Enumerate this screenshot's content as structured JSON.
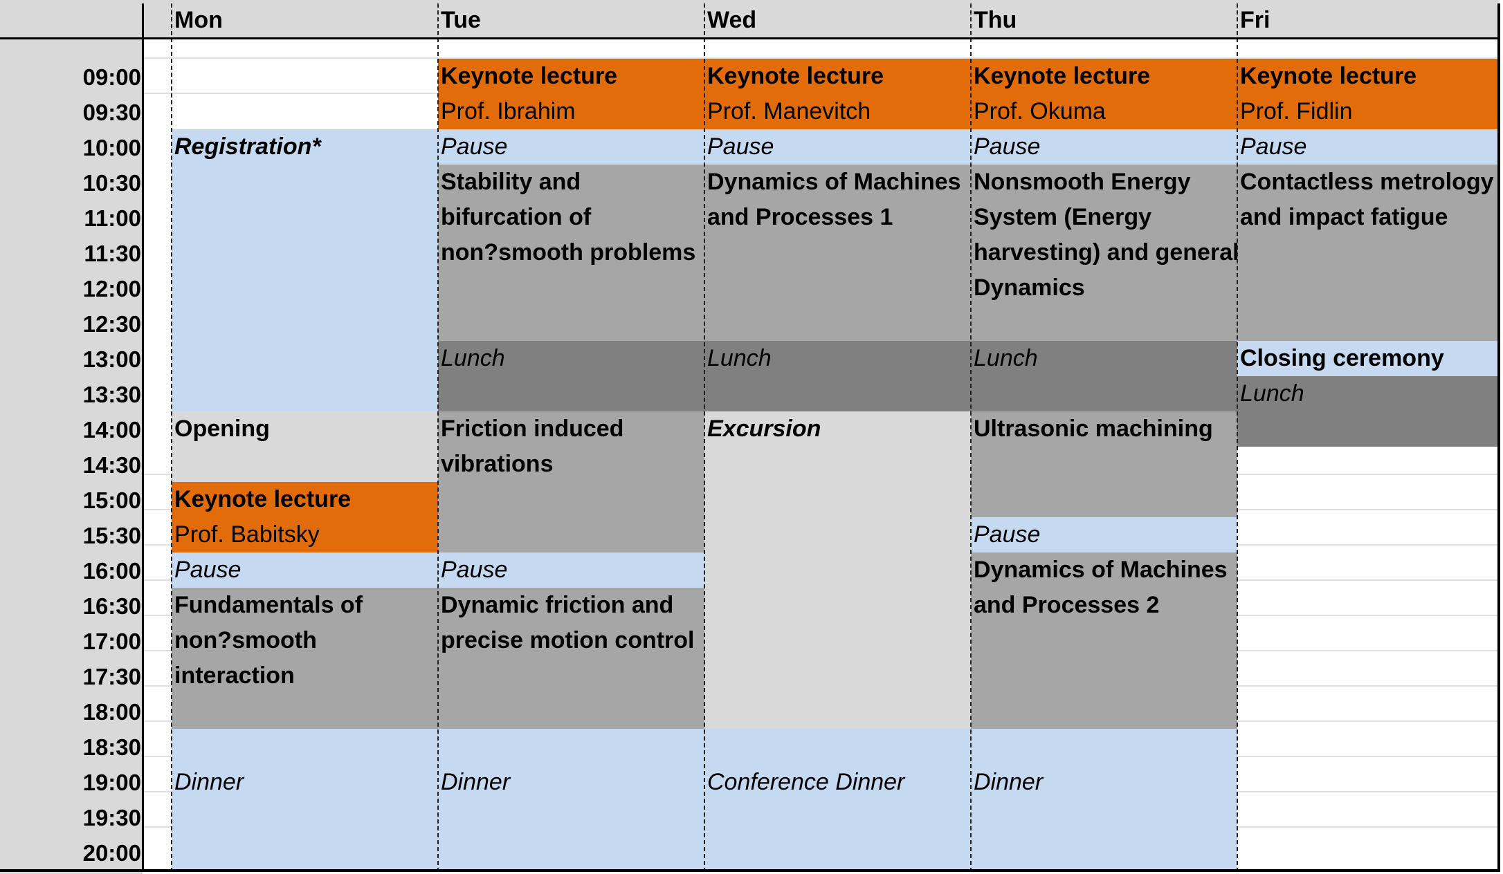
{
  "days": [
    "Mon",
    "Tue",
    "Wed",
    "Thu",
    "Fri"
  ],
  "times": [
    "09:00",
    "09:30",
    "10:00",
    "10:30",
    "11:00",
    "11:30",
    "12:00",
    "12:30",
    "13:00",
    "13:30",
    "14:00",
    "14:30",
    "15:00",
    "15:30",
    "16:00",
    "16:30",
    "17:00",
    "17:30",
    "18:00",
    "18:30",
    "19:00",
    "19:30",
    "20:00"
  ],
  "colors": {
    "orange": "#e36c0a",
    "lightblue": "#c5d9f1",
    "gray": "#a6a6a6",
    "darkgray": "#808080",
    "lightgray": "#d9d9d9"
  },
  "sessions": {
    "mon": {
      "registration": "Registration*",
      "opening": "Opening",
      "keynote_title": "Keynote lecture",
      "keynote_speaker": "Prof. Babitsky",
      "pause": "Pause",
      "fundamentals": [
        "Fundamentals of",
        "non?smooth",
        "interaction"
      ],
      "dinner": "Dinner"
    },
    "tue": {
      "keynote_title": "Keynote lecture",
      "keynote_speaker": "Prof. Ibrahim",
      "pause_am": "Pause",
      "stability": [
        "Stability and",
        "bifurcation of",
        "non?smooth problems"
      ],
      "lunch": "Lunch",
      "friction": [
        "Friction induced",
        "vibrations"
      ],
      "pause_pm": "Pause",
      "dynamic_friction": [
        "Dynamic friction and",
        "precise motion control"
      ],
      "dinner": "Dinner"
    },
    "wed": {
      "keynote_title": "Keynote lecture",
      "keynote_speaker": "Prof. Manevitch",
      "pause": "Pause",
      "dynamics": [
        "Dynamics of Machines",
        "and Processes 1"
      ],
      "lunch": "Lunch",
      "excursion": "Excursion",
      "dinner": "Conference Dinner"
    },
    "thu": {
      "keynote_title": "Keynote lecture",
      "keynote_speaker": "Prof. Okuma",
      "pause_am": "Pause",
      "nonsmooth": [
        "Nonsmooth Energy",
        "System (Energy",
        "harvesting) and general",
        "Dynamics"
      ],
      "lunch": "Lunch",
      "ultrasonic": "Ultrasonic machining",
      "pause_pm": "Pause",
      "dynamics": [
        "Dynamics of Machines",
        "and Processes 2"
      ],
      "dinner": "Dinner"
    },
    "fri": {
      "keynote_title": "Keynote lecture",
      "keynote_speaker": "Prof. Fidlin",
      "pause": "Pause",
      "contactless": [
        "Contactless metrology",
        "and impact fatigue"
      ],
      "closing": "Closing ceremony",
      "lunch": "Lunch"
    }
  }
}
